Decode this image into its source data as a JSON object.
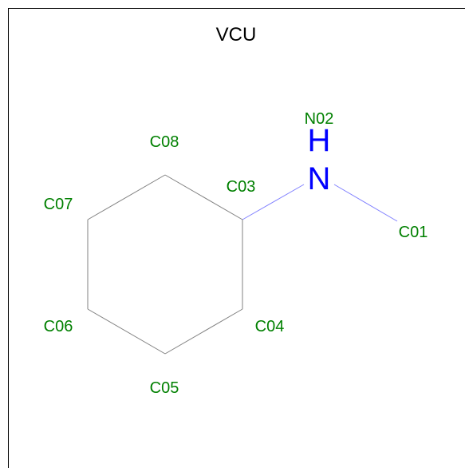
{
  "molecule": {
    "title": "VCU",
    "colors": {
      "label": "#008000",
      "nitrogen": "#0000ff",
      "bond_carbon": "#808080",
      "bond_nitrogen": "#8080ff"
    },
    "atoms": [
      {
        "id": "C01",
        "label": "C01"
      },
      {
        "id": "N02",
        "label": "N02",
        "element": "N",
        "hydrogen": "H"
      },
      {
        "id": "C03",
        "label": "C03"
      },
      {
        "id": "C04",
        "label": "C04"
      },
      {
        "id": "C05",
        "label": "C05"
      },
      {
        "id": "C06",
        "label": "C06"
      },
      {
        "id": "C07",
        "label": "C07"
      },
      {
        "id": "C08",
        "label": "C08"
      }
    ],
    "bonds": [
      {
        "from": "C03",
        "to": "N02"
      },
      {
        "from": "N02",
        "to": "C01"
      },
      {
        "from": "C03",
        "to": "C04"
      },
      {
        "from": "C04",
        "to": "C05"
      },
      {
        "from": "C05",
        "to": "C06"
      },
      {
        "from": "C06",
        "to": "C07"
      },
      {
        "from": "C07",
        "to": "C08"
      },
      {
        "from": "C08",
        "to": "C03"
      }
    ]
  }
}
